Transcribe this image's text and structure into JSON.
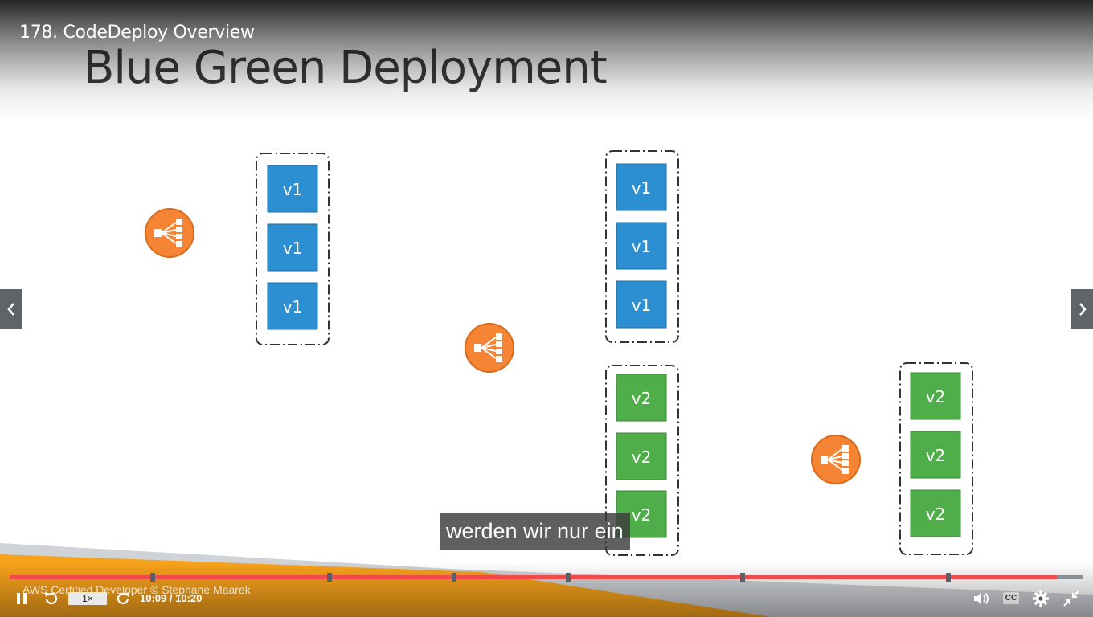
{
  "player": {
    "video_title": "178. CodeDeploy Overview",
    "caption": "werden wir nur ein",
    "speed_label": "1×",
    "time_display": "10:09 / 10:20",
    "progress": 0.976,
    "cc_label": "CC",
    "icons": {
      "prev": "chevron-left-icon",
      "next": "chevron-right-icon",
      "pause": "pause-icon",
      "rewind": "rewind-icon",
      "forward": "forward-icon",
      "volume": "volume-icon",
      "settings": "gear-icon",
      "fullscreen": "exit-fullscreen-icon"
    }
  },
  "slide": {
    "heading": "Blue Green Deployment",
    "footer": "AWS Certified Developer © Stephane Maarek",
    "group_1": [
      "v1",
      "v1",
      "v1"
    ],
    "group_2": [
      "v1",
      "v1",
      "v1"
    ],
    "group_3": [
      "v2",
      "v2",
      "v2"
    ],
    "group_4": [
      "v2",
      "v2",
      "v2"
    ],
    "colors": {
      "v1_fill": "#2b8fd1",
      "v2_fill": "#4fad4a",
      "load_balancer": "#f58534",
      "footer_orange": "#f7a21b",
      "progress_red": "#f14a4a"
    }
  }
}
